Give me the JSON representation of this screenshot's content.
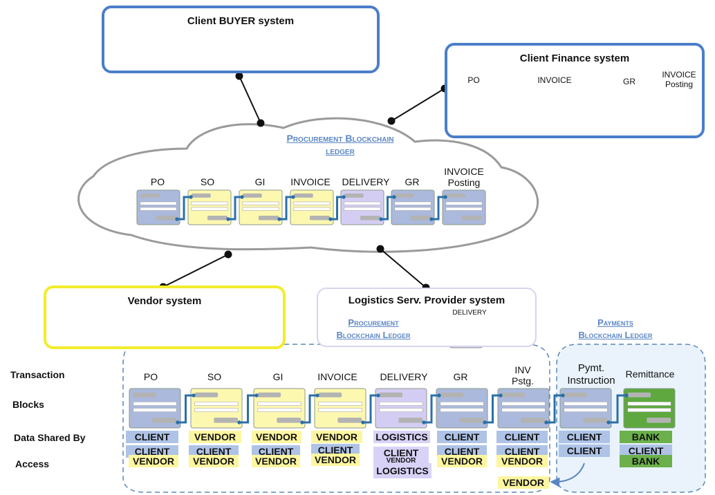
{
  "buyer_system": {
    "title": "Client BUYER system"
  },
  "finance_system": {
    "title": "Client Finance system",
    "docs": [
      "PO",
      "INVOICE",
      "GR",
      "INVOICE Posting"
    ]
  },
  "procurement_ledger": {
    "title_line1": "Procurement Blockchain",
    "title_line2": "ledger",
    "blocks": [
      "PO",
      "SO",
      "GI",
      "INVOICE",
      "DELIVERY",
      "GR",
      "INVOICE Posting"
    ]
  },
  "vendor_system": {
    "title": "Vendor system"
  },
  "logistics_system": {
    "title": "Logistics Serv. Provider system",
    "block_label": "DELIVERY"
  },
  "bottom_ledgers": {
    "procurement_line1": "Procurement",
    "procurement_line2": "Blockchain Ledger",
    "payments_line1": "Payments",
    "payments_line2": "Blockchain Ledger"
  },
  "row_headers": {
    "transaction": "Transaction",
    "blocks": "Blocks",
    "data_shared_by": "Data Shared By",
    "access": "Access"
  },
  "transactions": [
    {
      "label": "PO",
      "shared_by": "CLIENT",
      "access": [
        "CLIENT",
        "VENDOR"
      ]
    },
    {
      "label": "SO",
      "shared_by": "VENDOR",
      "access": [
        "CLIENT",
        "VENDOR"
      ]
    },
    {
      "label": "GI",
      "shared_by": "VENDOR",
      "access": [
        "CLIENT",
        "VENDOR"
      ]
    },
    {
      "label": "INVOICE",
      "shared_by": "VENDOR",
      "access": [
        "CLIENT",
        "VENDOR"
      ]
    },
    {
      "label": "DELIVERY",
      "shared_by": "LOGISTICS",
      "access": [
        "CLIENT",
        "VENDOR",
        "LOGISTICS"
      ]
    },
    {
      "label": "GR",
      "shared_by": "CLIENT",
      "access": [
        "CLIENT",
        "VENDOR"
      ]
    },
    {
      "label": "INV Pstg.",
      "shared_by": "CLIENT",
      "access": [
        "CLIENT",
        "VENDOR"
      ]
    },
    {
      "label": "Pymt. Instruction",
      "shared_by": "CLIENT",
      "access": [
        "CLIENT"
      ]
    },
    {
      "label": "Remittance",
      "shared_by": "BANK",
      "access": [
        "CLIENT",
        "BANK"
      ]
    }
  ],
  "vendor_tag": "VENDOR",
  "colors": {
    "buyer_border": "#4a7ec9",
    "finance_border": "#4a7ec9",
    "vendor_border": "#f2ec2b",
    "block_blue": "#aab9dc",
    "block_yellow": "#fdf8b0",
    "block_green": "#d9efc4",
    "block_purple": "#d4cdf3",
    "block_darkgreen": "#5ea83f",
    "link": "#2b6fa8"
  }
}
